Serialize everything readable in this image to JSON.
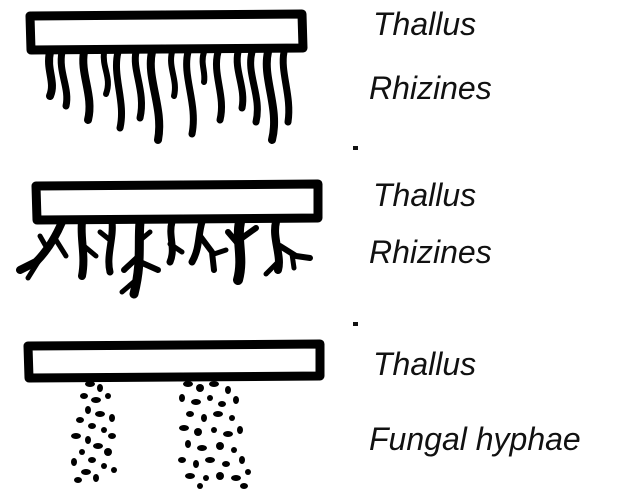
{
  "panels": [
    {
      "id": "simple-rhizines",
      "labels": [
        "Thallus",
        "Rhizines"
      ]
    },
    {
      "id": "branched-rhizines",
      "labels": [
        "Thallus",
        "Rhizines"
      ]
    },
    {
      "id": "fungal-hyphae",
      "labels": [
        "Thallus",
        "Fungal hyphae"
      ]
    }
  ]
}
